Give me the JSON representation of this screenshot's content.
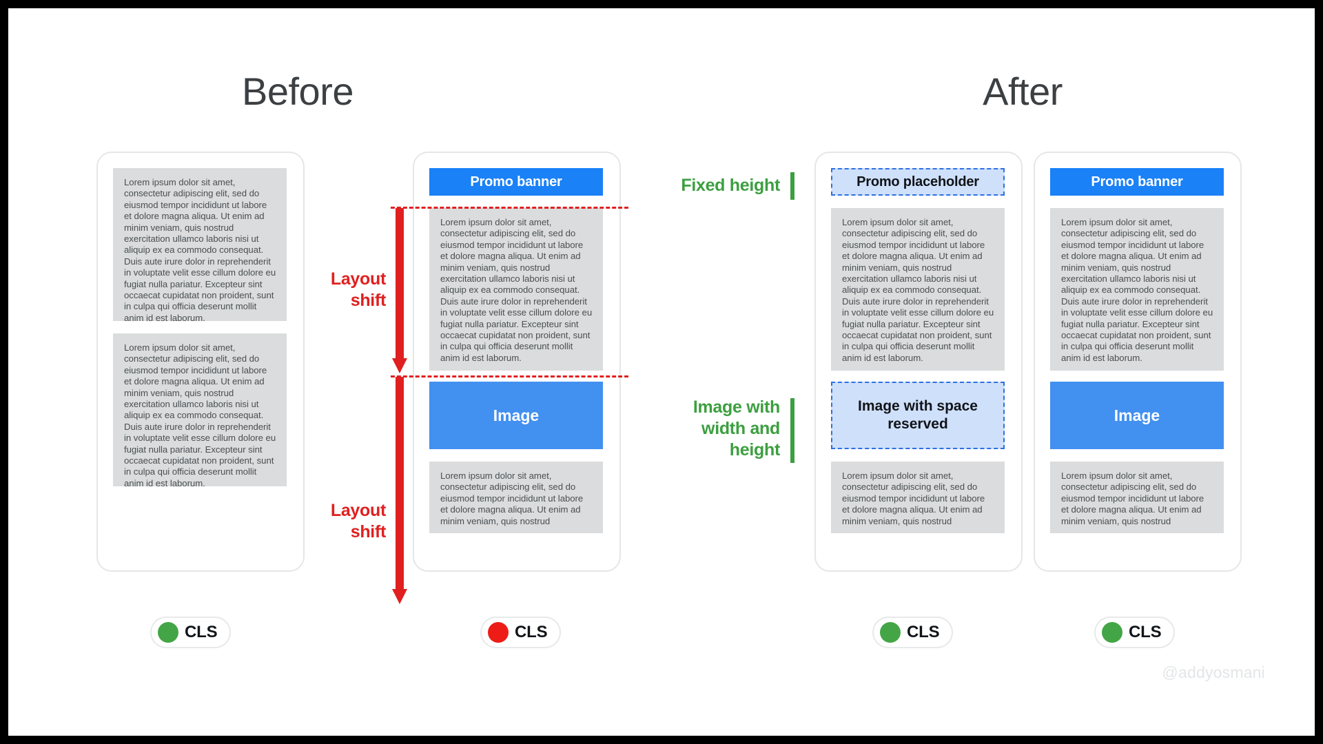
{
  "headings": {
    "before": "Before",
    "after": "After"
  },
  "text": {
    "long_lorem": "Lorem ipsum dolor sit amet, consectetur adipiscing elit, sed do eiusmod tempor incididunt ut labore et dolore magna aliqua. Ut enim ad minim veniam, quis nostrud exercitation ullamco laboris nisi ut aliquip ex ea commodo consequat. Duis aute irure dolor in reprehenderit in voluptate velit esse cillum dolore eu fugiat nulla pariatur. Excepteur sint occaecat cupidatat non proident, sunt in culpa qui officia deserunt mollit anim id est laborum.",
    "short_lorem": "Lorem ipsum dolor sit amet, consectetur adipiscing elit, sed do eiusmod tempor incididunt ut labore et dolore magna aliqua. Ut enim ad minim veniam, quis nostrud"
  },
  "labels": {
    "promo_banner": "Promo banner",
    "image": "Image",
    "promo_placeholder": "Promo  placeholder",
    "image_reserved": "Image with space reserved",
    "layout_shift": "Layout shift",
    "fixed_height": "Fixed height",
    "image_width_height": "Image with width and height"
  },
  "cls_badges": [
    {
      "label": "CLS",
      "status": "good",
      "color": "#44a546"
    },
    {
      "label": "CLS",
      "status": "poor",
      "color": "#ed1c16"
    },
    {
      "label": "CLS",
      "status": "good",
      "color": "#44a546"
    },
    {
      "label": "CLS",
      "status": "good",
      "color": "#44a546"
    }
  ],
  "watermark": "@addyosmani",
  "colors": {
    "banner_blue": "#1a81f7",
    "image_blue": "#4290f0",
    "placeholder_fill": "#cfe0fb",
    "placeholder_border": "#2d6fe0",
    "text_block_bg": "#dadcdd",
    "annotation_red": "#e02020",
    "annotation_green": "#3c9f40",
    "heading_gray": "#3c4043"
  }
}
